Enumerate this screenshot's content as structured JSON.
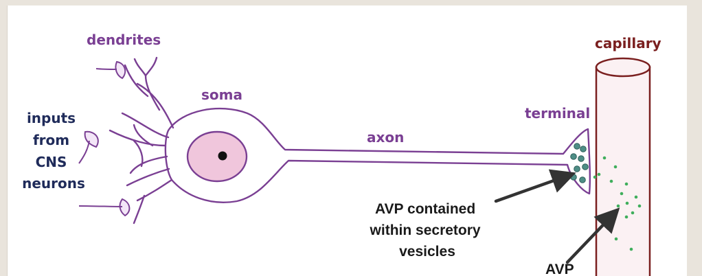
{
  "labels": {
    "dendrites": "dendrites",
    "soma": "soma",
    "axon": "axon",
    "terminal": "terminal",
    "capillary": "capillary",
    "inputs": [
      "inputs",
      "from",
      "CNS",
      "neurons"
    ],
    "vesicles": [
      "AVP contained",
      "within secretory",
      "vesicles"
    ],
    "avp": "AVP"
  },
  "colors": {
    "neuron_outline": "#7a3f93",
    "nucleus_fill": "#f0c6dc",
    "capillary_outline": "#7a1f1f",
    "capillary_fill": "#fbf1f3",
    "vesicle": "#4e8e86",
    "avp_dot": "#3fae5c",
    "arrow": "#333333"
  }
}
